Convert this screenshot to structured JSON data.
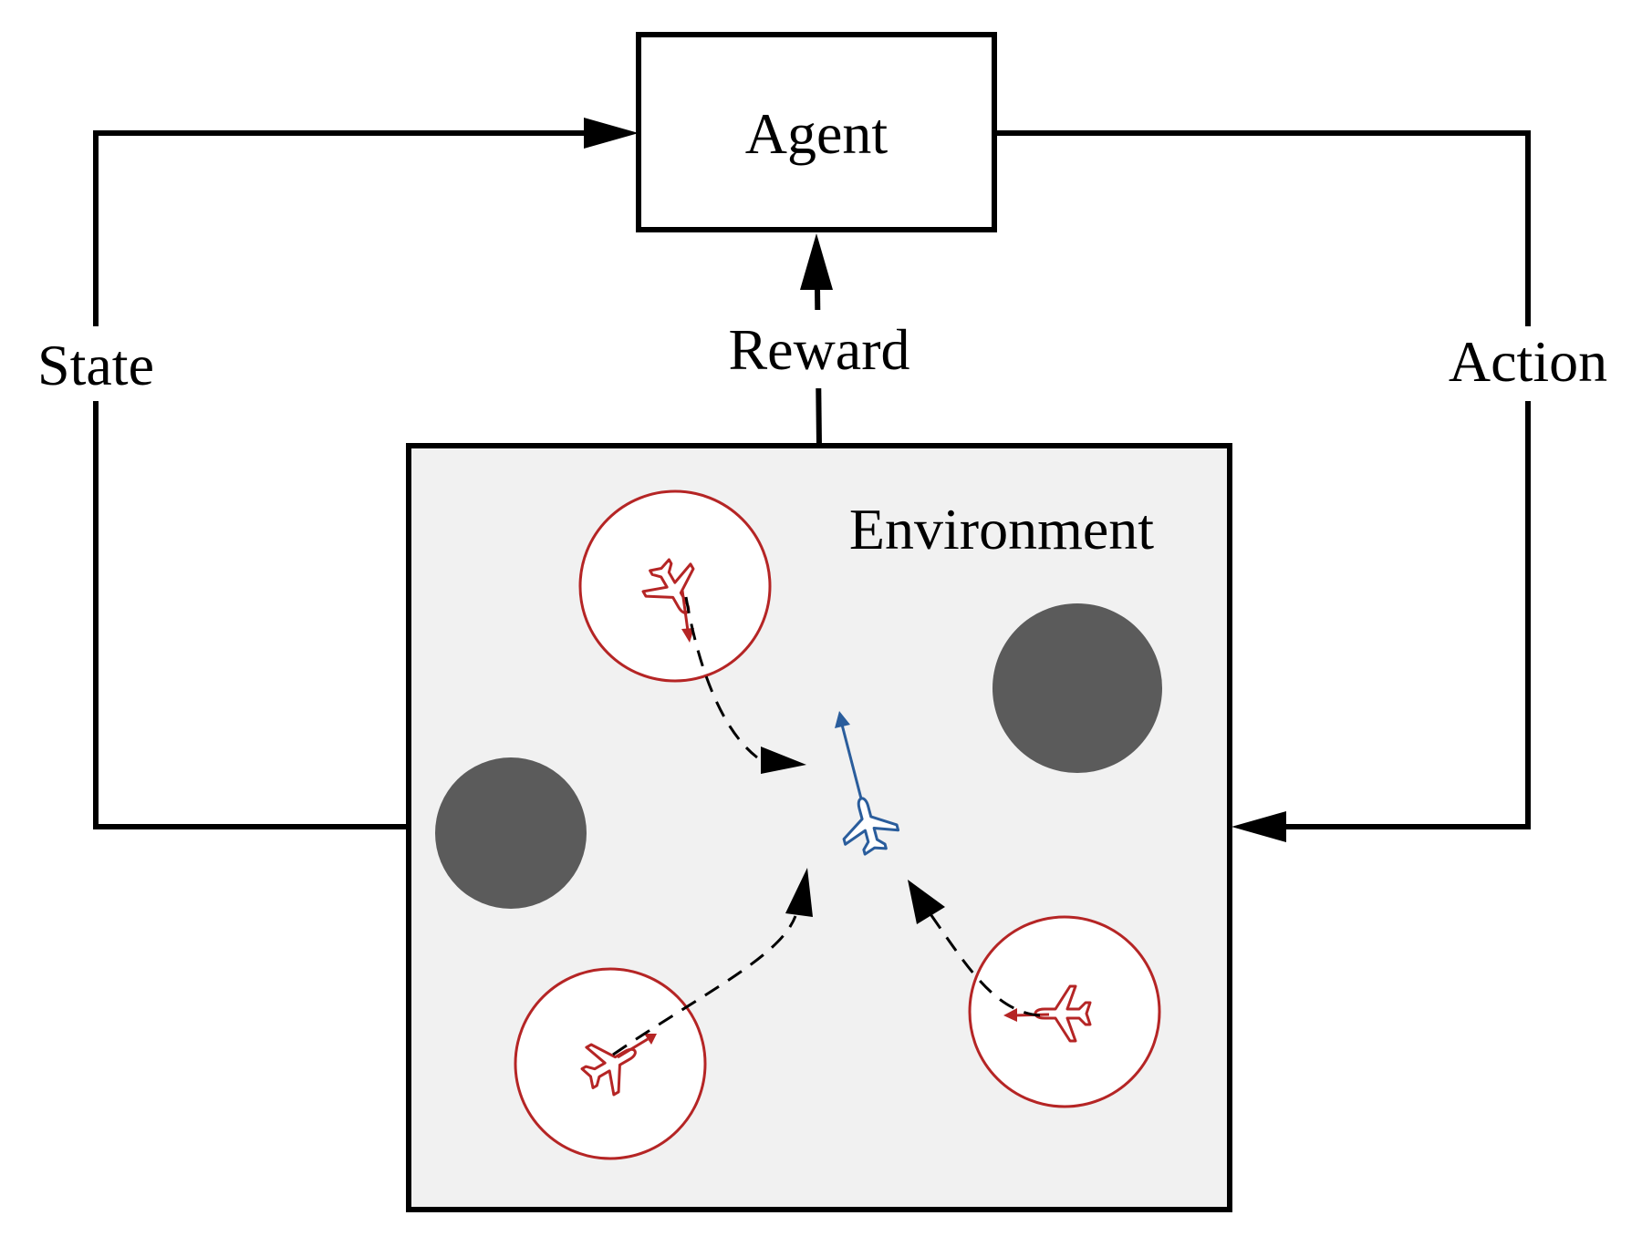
{
  "labels": {
    "agent": "Agent",
    "environment": "Environment",
    "state": "State",
    "reward": "Reward",
    "action": "Action"
  },
  "colors": {
    "line": "#000000",
    "environment_fill": "#f1f1f1",
    "obstacle": "#5b5b5b",
    "intruder": "#b52525",
    "ownship": "#2a5d9c"
  },
  "icons": {
    "ownship": "airplane-icon",
    "intruder": "airplane-icon",
    "obstacle": "obstacle-circle"
  }
}
